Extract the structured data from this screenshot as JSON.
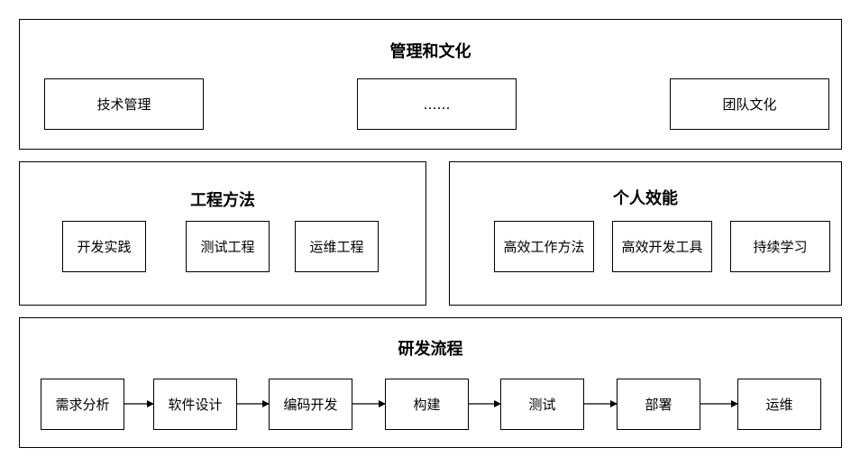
{
  "management": {
    "title": "管理和文化",
    "items": [
      "技术管理",
      "……",
      "团队文化"
    ]
  },
  "engineering": {
    "title": "工程方法",
    "items": [
      "开发实践",
      "测试工程",
      "运维工程"
    ]
  },
  "personal": {
    "title": "个人效能",
    "items": [
      "高效工作方法",
      "高效开发工具",
      "持续学习"
    ]
  },
  "process": {
    "title": "研发流程",
    "steps": [
      "需求分析",
      "软件设计",
      "编码开发",
      "构建",
      "测试",
      "部署",
      "运维"
    ]
  }
}
